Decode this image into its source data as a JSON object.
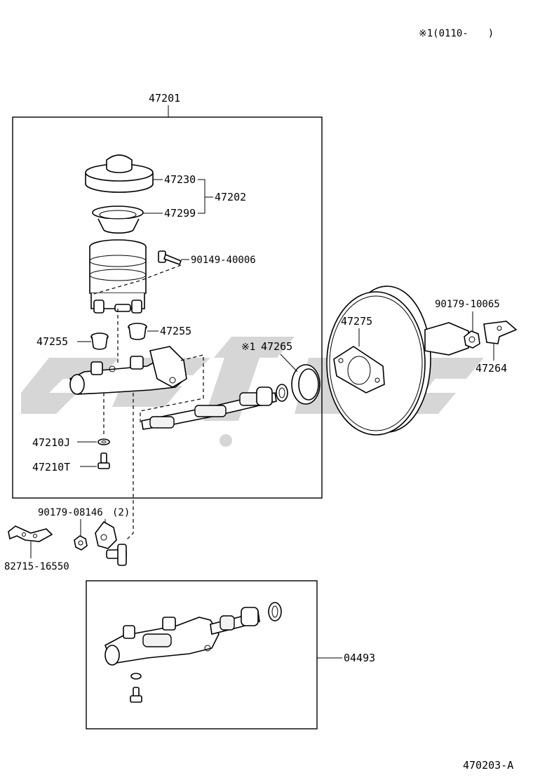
{
  "header": {
    "note": "※1(0110-　　)"
  },
  "footer": {
    "figure_id": "470203-A"
  },
  "assembly_upper": {
    "label": "47201"
  },
  "assembly_lower": {
    "label": "04493"
  },
  "callouts": {
    "cap": "47230",
    "cap_group": "47202",
    "filter": "47299",
    "screw": "90149-40006",
    "grommet_right": "47255",
    "grommet_left": "47255",
    "cup_seal": "47265",
    "cup_seal_marker": "※1",
    "gasket": "47275",
    "nut_booster": "90179-10065",
    "clevis": "47264",
    "washer": "47210J",
    "bleeder": "47210T",
    "nut_bracket": "90179-08146",
    "nut_bracket_qty": "(2)",
    "bracket": "82715-16550"
  },
  "colors": {
    "line": "#000000",
    "watermark": "#cfcfcf"
  }
}
